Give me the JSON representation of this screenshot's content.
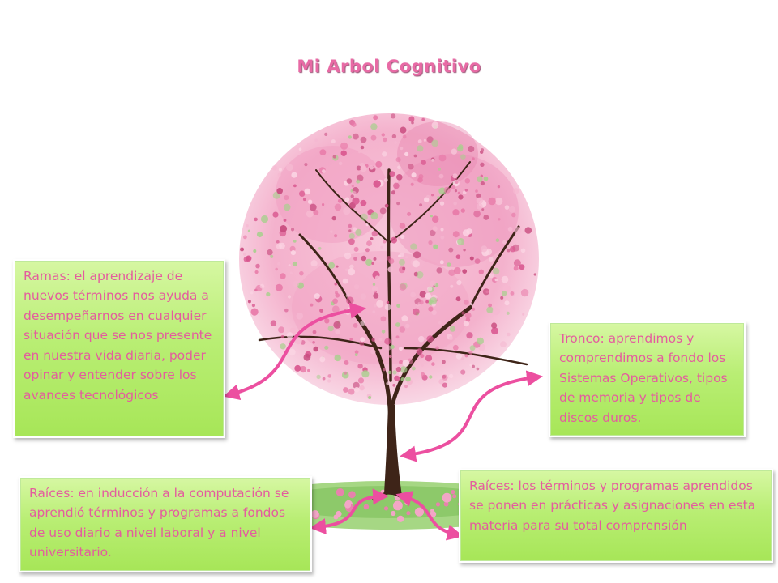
{
  "title": "Mi Arbol Cognitivo",
  "boxes": {
    "ramas": "Ramas: el aprendizaje  de nuevos términos nos ayuda a desempeñarnos  en cualquier situación que se nos presente en nuestra vida diaria, poder opinar y entender sobre los avances tecnológicos",
    "tronco": "Tronco: aprendimos y comprendimos a fondo los  Sistemas Operativos, tipos de memoria y tipos de discos duros.",
    "raices_left": "Raíces: en inducción a la computación se aprendió términos y programas a fondos de uso diario a nivel laboral y a nivel universitario.",
    "raices_right": "Raíces: los términos y programas aprendidos se ponen en prácticas y asignaciones en esta materia para su total comprensión"
  },
  "colors": {
    "title": "#e86aa5",
    "text": "#e45c9e",
    "arrow": "#ec4fa0",
    "box": "#b9ee74",
    "blossom": "#f4a7c8",
    "trunk": "#3e2418",
    "grass": "#9ed27a"
  }
}
